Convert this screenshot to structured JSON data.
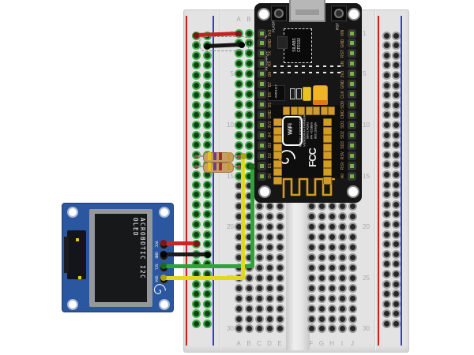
{
  "diagram": {
    "tool_view": "breadboard-wiring",
    "background": "#ffffff"
  },
  "breadboard": {
    "column_labels_left": [
      "A",
      "B",
      "C",
      "D",
      "E"
    ],
    "column_labels_right": [
      "F",
      "G",
      "H",
      "I",
      "J"
    ],
    "row_number_labels": [
      "1",
      "5",
      "10",
      "15",
      "20",
      "25",
      "30"
    ],
    "rail_positive_color": "#c81f1f",
    "rail_negative_color": "#3939cc",
    "connected_hole_color": "#3fae4b"
  },
  "nodemcu": {
    "flash_button_label": "FLASH",
    "rst_button_label": "RST",
    "usb_uart_chip": "SILABS\nCP2102",
    "brand_text": "AYRBAFUN",
    "regulator_chip": "AMS1117",
    "wifi_logo_text": "WiFi",
    "fcc_logo_text": "FCC",
    "module_info": "MODEL ESP8266MOD\nVENDOR AI-THINKER\nISM 2.4GHz\nPA +25dBm\n802.11b/g/n",
    "left_pin_labels": [
      "3V3",
      "GND",
      "TX",
      "RX",
      "D8",
      "D7",
      "D6",
      "D5",
      "GND",
      "3V3",
      "D4",
      "D3",
      "D2",
      "D1",
      "D0"
    ],
    "right_pin_labels": [
      "VIN",
      "GND",
      "RST",
      "EN",
      "3V3",
      "GND",
      "CLK",
      "SD0",
      "CMD",
      "SD1",
      "SD2",
      "SD3",
      "RSV",
      "RSV",
      "A0"
    ]
  },
  "oled": {
    "screen_text": "ACROBOTIC I2C OLED",
    "pin_labels": [
      "VCC",
      "GND",
      "SCL",
      "SDA"
    ],
    "pcb_color": "#2a57a0"
  },
  "wires": [
    {
      "id": "vcc",
      "color": "#c62828",
      "cap_color": "#7c1616"
    },
    {
      "id": "gnd",
      "color": "#1c1c1c",
      "cap_color": "#000000"
    },
    {
      "id": "scl",
      "color": "#2fa33a",
      "cap_color": "#1c6b1c"
    },
    {
      "id": "sda",
      "color": "#e4d81f",
      "cap_color": "#a8a414"
    },
    {
      "id": "jumper-positive",
      "color": "#c32222",
      "cap_color": "#7c1616"
    },
    {
      "id": "jumper-ground",
      "color": "#161616",
      "cap_color": "#000000"
    }
  ],
  "resistors": {
    "count": 2,
    "body_color": "#c79e63",
    "lead_color": "#9b9b9b",
    "band_colors": [
      "#e3c220",
      "#703a8c",
      "#a03028",
      "#c59a2f"
    ]
  }
}
